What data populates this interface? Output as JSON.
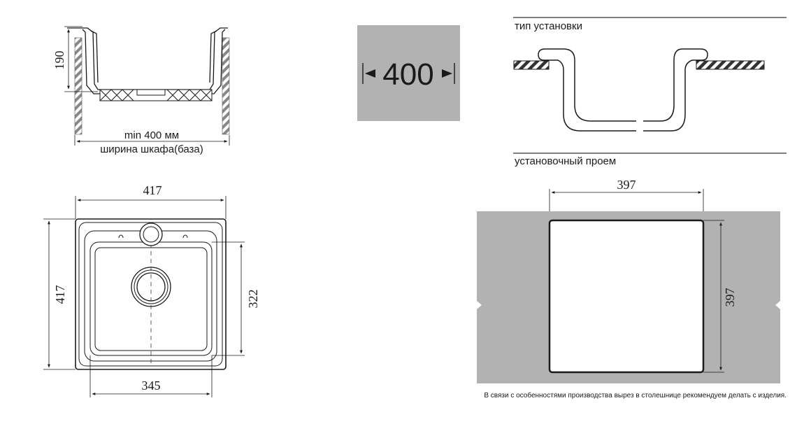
{
  "side_view": {
    "height_label": "190",
    "min_width_label": "min 400 мм",
    "cabinet_label": "ширина шкафа(база)"
  },
  "top_view": {
    "outer_width_label": "417",
    "outer_height_label": "417",
    "bowl_height_label": "322",
    "bowl_width_label": "345"
  },
  "cabinet_badge": {
    "value": "400"
  },
  "install_type": {
    "title": "тип установки"
  },
  "cutout": {
    "title": "установочный проем",
    "width_label": "397",
    "height_label": "397"
  },
  "footnote": "В связи с особенностями производства вырез в столешнице рекомендуем делать с изделия.",
  "colors": {
    "line": "#1a1a1a",
    "gray_fill": "#b2b2b2",
    "hatch": "#888888"
  }
}
